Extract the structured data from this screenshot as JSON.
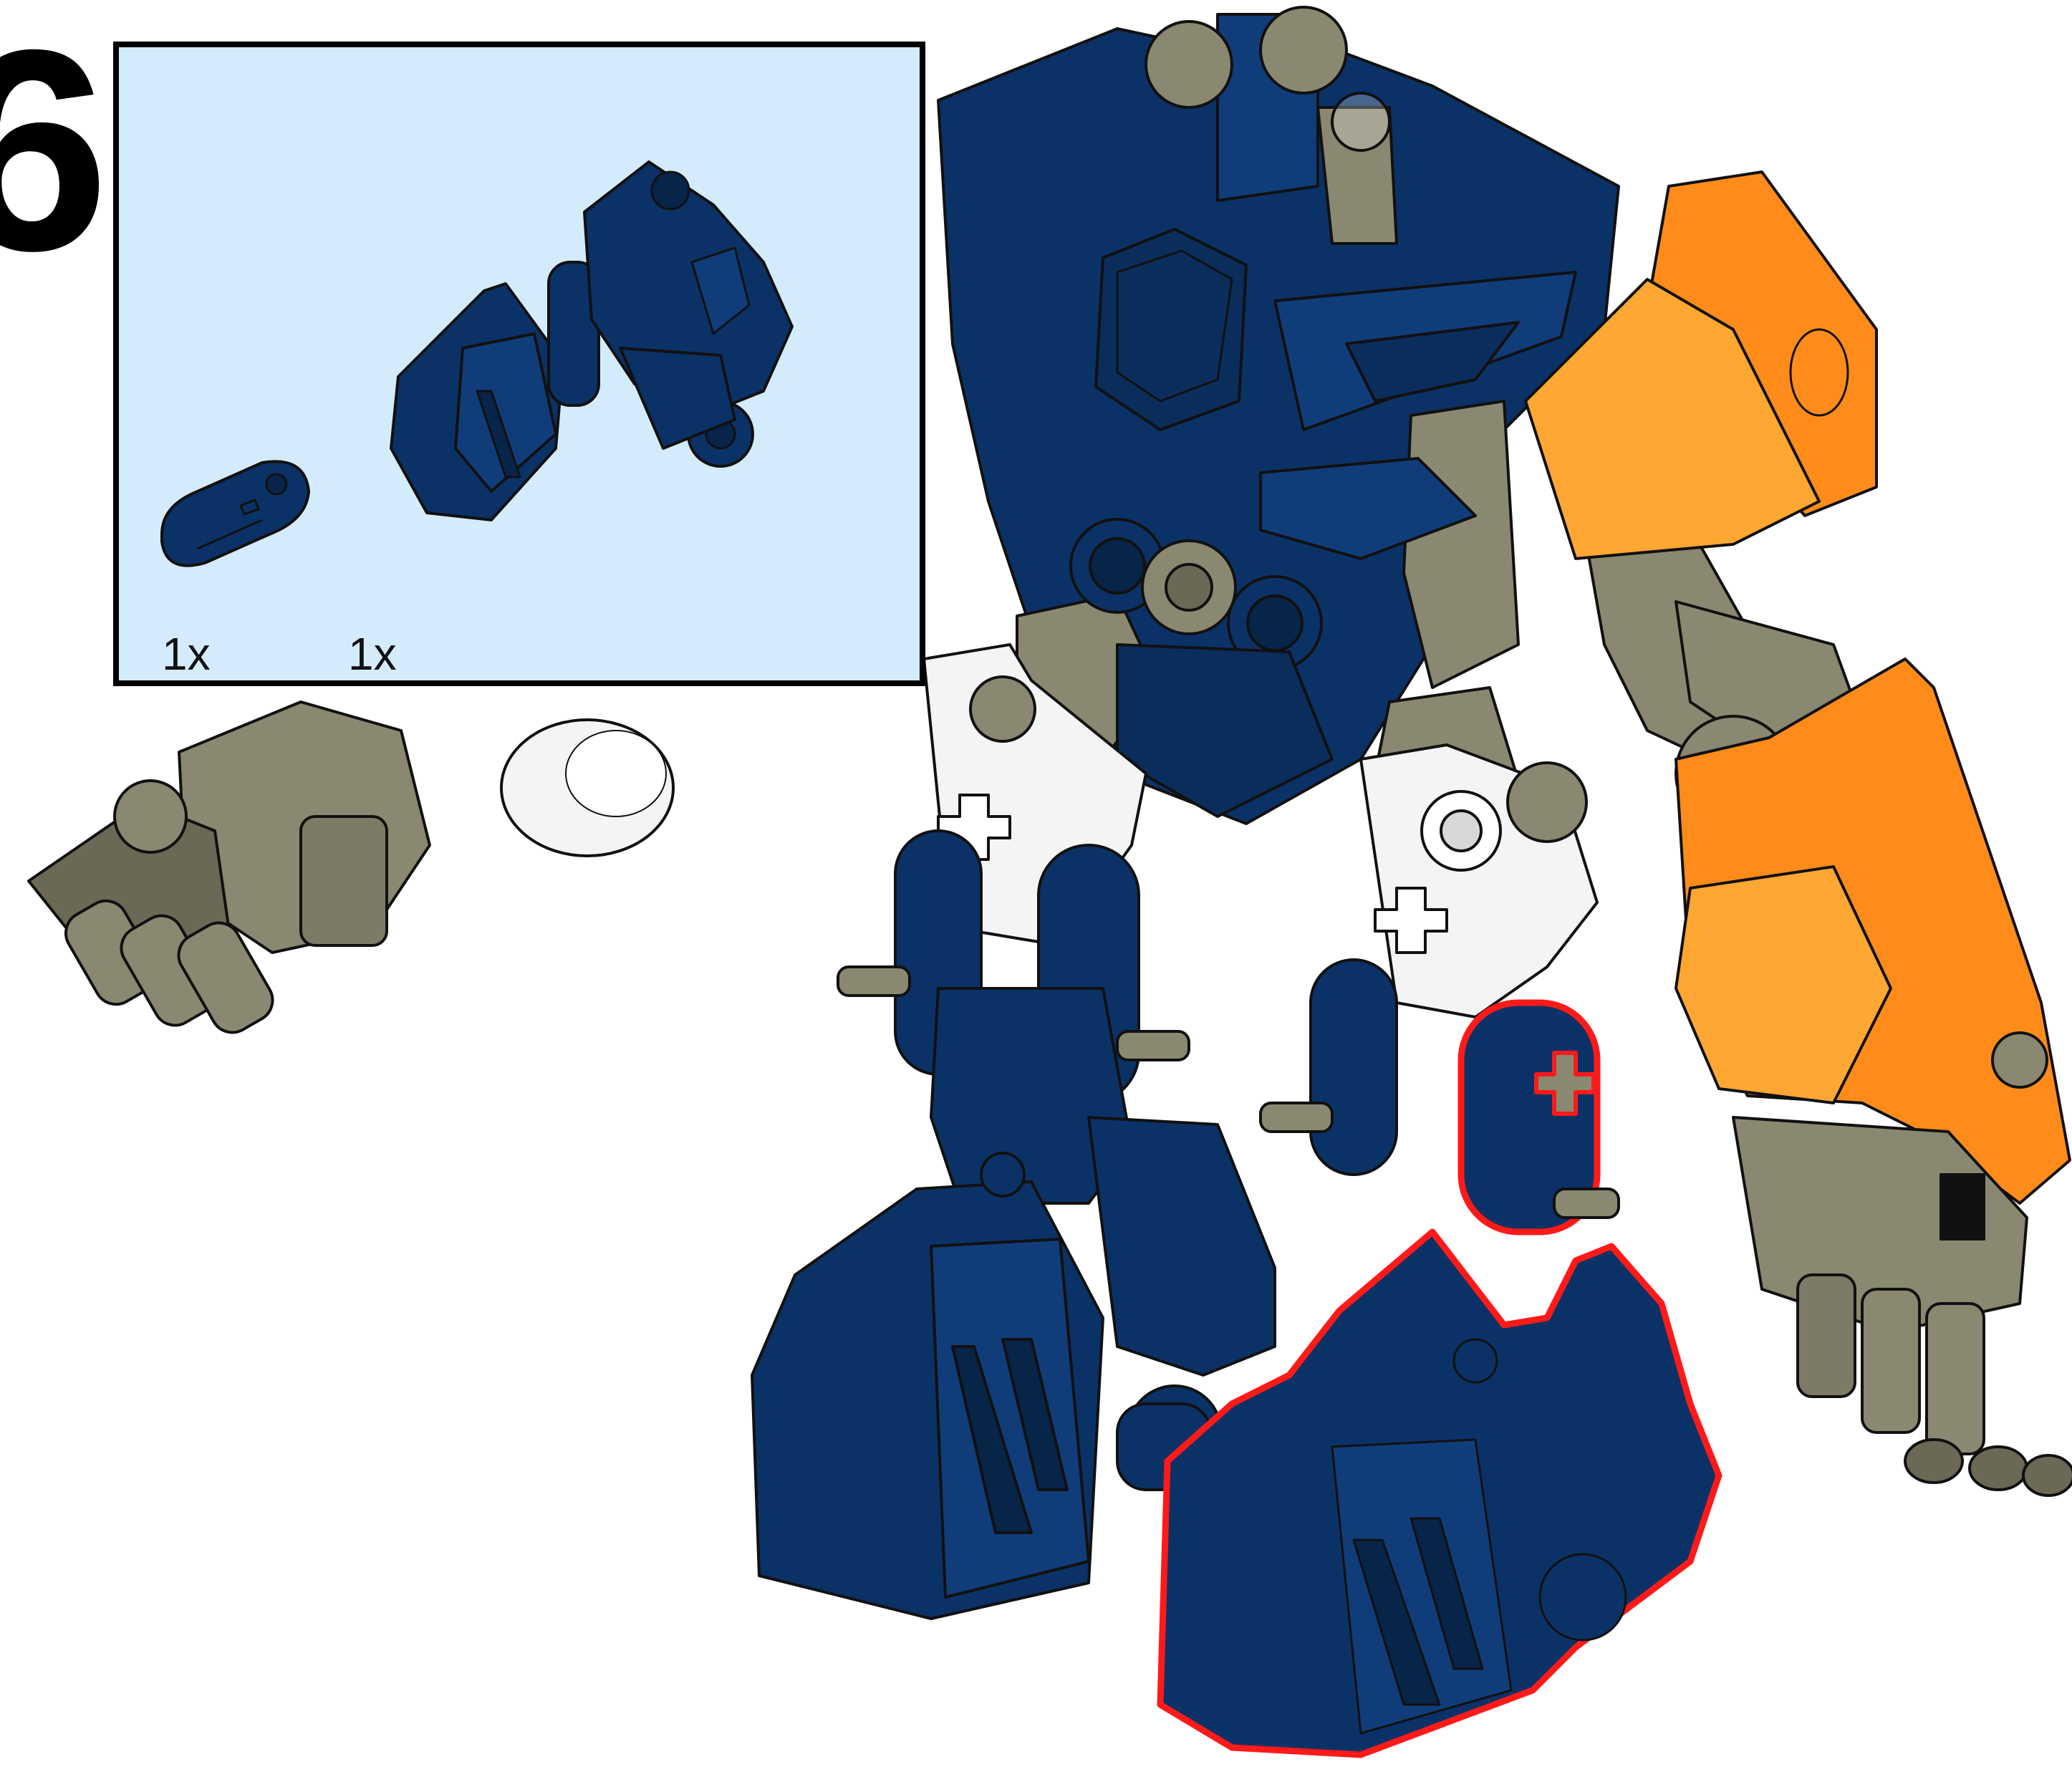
{
  "step": {
    "number": "6"
  },
  "parts_callout": {
    "items": [
      {
        "name": "axle-connector-link",
        "quantity": "1x",
        "color": "#0b3266"
      },
      {
        "name": "foot-assembly",
        "quantity": "1x",
        "color": "#0b3266"
      }
    ],
    "background": "#d3ebfb"
  },
  "colors": {
    "dark_blue": "#0b3266",
    "dark_blue_shade": "#072449",
    "gray": "#8a8870",
    "gray_shade": "#6b6956",
    "orange": "#ff8c1a",
    "orange_light": "#ffa733",
    "white_part": "#f4f4f4",
    "highlight": "#ff1a1a",
    "outline": "#111111"
  },
  "highlight": {
    "description_target": "new-leg-parts-highlight"
  }
}
